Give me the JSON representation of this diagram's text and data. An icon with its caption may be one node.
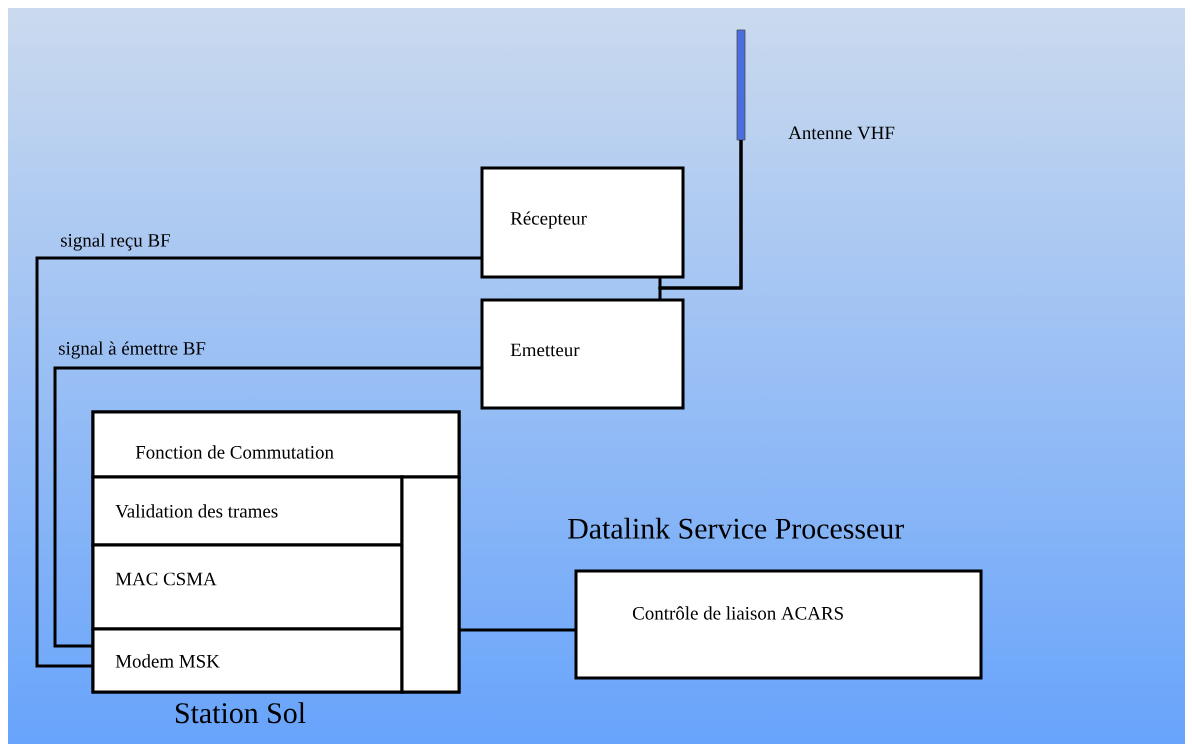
{
  "diagram": {
    "nodes": [
      {
        "text": [],
        "shape": "bar",
        "beside": [
          "Antenne VHF"
        ]
      },
      {
        "text": [
          "Récepteur"
        ]
      },
      {
        "text": [
          "Emetteur"
        ]
      },
      {
        "text": [
          "Station Sol"
        ]
      },
      {
        "text": [
          "Fonction de Commutation"
        ],
        "in": 3
      },
      {
        "text": [
          "Validation des trames"
        ],
        "in": 3
      },
      {
        "text": [
          "MAC CSMA"
        ],
        "in": 3
      },
      {
        "text": [
          "Modem  MSK"
        ],
        "in": 3
      },
      {
        "text": [],
        "shape": "box",
        "in": 3
      },
      {
        "text": [
          "Datalink Service Processeur",
          "Contrôle de liaison ACARS"
        ]
      }
    ],
    "edges": [
      {
        "from": 0,
        "to": 1,
        "arrow": "none"
      },
      {
        "from": 0,
        "to": 2,
        "arrow": "none"
      },
      {
        "from": 1,
        "to": 7,
        "label": "signal reçu BF",
        "arrow": "none"
      },
      {
        "from": 2,
        "to": 7,
        "label": "signal à émettre BF",
        "arrow": "none"
      },
      {
        "from": 3,
        "to": 9,
        "arrow": "none"
      }
    ]
  }
}
